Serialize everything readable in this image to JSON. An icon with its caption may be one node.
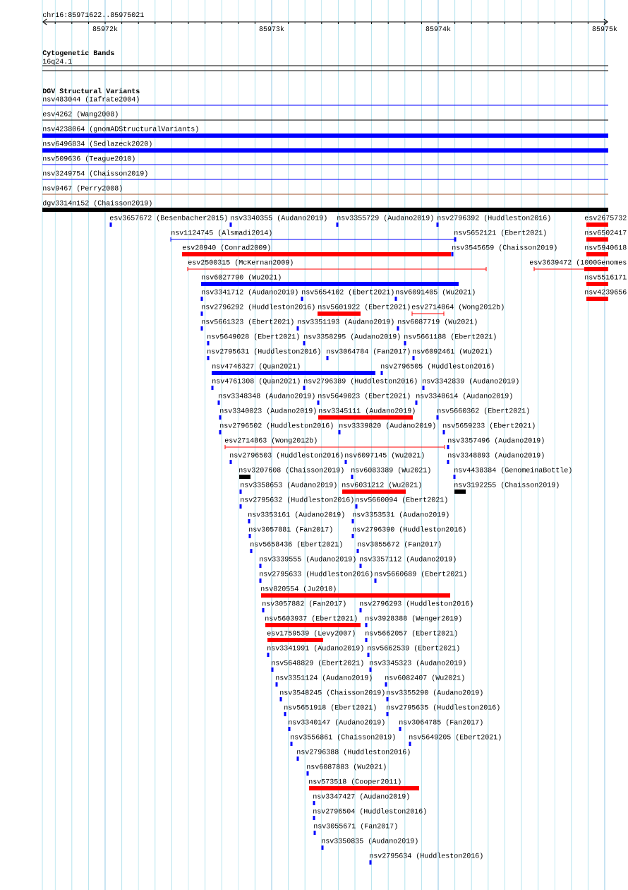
{
  "diagram": {
    "nodes": [
      {
        "text": [
          "nsv483044 (Iafrate2004)"
        ]
      },
      {
        "text": [
          "esv4262 (Wang2008)"
        ]
      },
      {
        "text": [
          "nsv4238064 (gnomADStructuralVariants)"
        ]
      },
      {
        "text": [
          "nsv6496834 (Sedlazeck2020)"
        ]
      },
      {
        "text": [
          "nsv509636 (Teague2010)"
        ]
      },
      {
        "text": [
          "nsv3249754 (Chaisson2019)"
        ]
      },
      {
        "text": [
          "nsv9467 (Perry2008)"
        ]
      },
      {
        "text": [
          "dgv3314n152 (Chaisson2019)"
        ]
      },
      {
        "text": [
          "esv3657672 (Besenbacher2015)"
        ]
      },
      {
        "text": [
          "nsv3340355 (Audano2019)"
        ]
      },
      {
        "text": [
          "nsv3355729 (Audano2019)"
        ]
      },
      {
        "text": [
          "nsv2796392 (Huddleston2016)"
        ]
      },
      {
        "text": [
          "esv2675732"
        ]
      },
      {
        "text": [
          "nsv1124745 (Alsmadi2014)"
        ]
      },
      {
        "text": [
          "nsv5652121 (Ebert2021)"
        ]
      },
      {
        "text": [
          "nsv6502417"
        ]
      },
      {
        "text": [
          "esv28940 (Conrad2009)"
        ]
      },
      {
        "text": [
          "nsv3545659 (Chaisson2019)"
        ]
      },
      {
        "text": [
          "nsv5940618"
        ]
      },
      {
        "text": [
          "esv2500315 (McKernan2009)"
        ]
      },
      {
        "text": [
          "esv3639472 (1000Genomes"
        ]
      },
      {
        "text": [
          "nsv6027790 (Wu2021)"
        ]
      },
      {
        "text": [
          "nsv5516171"
        ]
      },
      {
        "text": [
          "nsv3341712 (Audano2019)"
        ]
      },
      {
        "text": [
          "nsv5654102 (Ebert2021)"
        ]
      },
      {
        "text": [
          "nsv6091405 (Wu2021)"
        ]
      },
      {
        "text": [
          "nsv4239656"
        ]
      },
      {
        "text": [
          "nsv2796292 (Huddleston2016)"
        ]
      },
      {
        "text": [
          "nsv5601922 (Ebert2021)"
        ]
      },
      {
        "text": [
          "esv2714864 (Wong2012b)"
        ]
      },
      {
        "text": [
          "nsv5661323 (Ebert2021)"
        ]
      },
      {
        "text": [
          "nsv3351193 (Audano2019)"
        ]
      },
      {
        "text": [
          "nsv6087719 (Wu2021)"
        ]
      },
      {
        "text": [
          "nsv5649028 (Ebert2021)"
        ]
      },
      {
        "text": [
          "nsv3358295 (Audano2019)"
        ]
      },
      {
        "text": [
          "nsv5661188 (Ebert2021)"
        ]
      },
      {
        "text": [
          "nsv2795631 (Huddleston2016)"
        ]
      },
      {
        "text": [
          "nsv3064784 (Fan2017)"
        ]
      },
      {
        "text": [
          "nsv6092461 (Wu2021)"
        ]
      },
      {
        "text": [
          "nsv4746327 (Quan2021)"
        ]
      },
      {
        "text": [
          "nsv2796505 (Huddleston2016)"
        ]
      },
      {
        "text": [
          "nsv4761308 (Quan2021)"
        ]
      },
      {
        "text": [
          "nsv2796389 (Huddleston2016)"
        ]
      },
      {
        "text": [
          "nsv3342839 (Audano2019)"
        ]
      },
      {
        "text": [
          "nsv3348348 (Audano2019)"
        ]
      },
      {
        "text": [
          "nsv5649023 (Ebert2021)"
        ]
      },
      {
        "text": [
          "nsv3348614 (Audano2019)"
        ]
      },
      {
        "text": [
          "nsv3340023 (Audano2019)"
        ]
      },
      {
        "text": [
          "nsv3345111 (Audano2019)"
        ]
      },
      {
        "text": [
          "nsv5660362 (Ebert2021)"
        ]
      },
      {
        "text": [
          "nsv2796502 (Huddleston2016)"
        ]
      },
      {
        "text": [
          "nsv3339820 (Audano2019)"
        ]
      },
      {
        "text": [
          "nsv5659233 (Ebert2021)"
        ]
      },
      {
        "text": [
          "esv2714863 (Wong2012b)"
        ]
      },
      {
        "text": [
          "nsv3357496 (Audano2019)"
        ]
      },
      {
        "text": [
          "nsv2796503 (Huddleston2016)"
        ]
      },
      {
        "text": [
          "nsv6097145 (Wu2021)"
        ]
      },
      {
        "text": [
          "nsv3348893 (Audano2019)"
        ]
      },
      {
        "text": [
          "nsv3207608 (Chaisson2019)"
        ]
      },
      {
        "text": [
          "nsv6083389 (Wu2021)"
        ]
      },
      {
        "text": [
          "nsv4438384 (GenomeinaBottle)"
        ]
      },
      {
        "text": [
          "nsv3358653 (Audano2019)"
        ]
      },
      {
        "text": [
          "nsv6031212 (Wu2021)"
        ]
      },
      {
        "text": [
          "nsv3192255 (Chaisson2019)"
        ]
      },
      {
        "text": [
          "nsv2795632 (Huddleston2016)"
        ]
      },
      {
        "text": [
          "nsv5660094 (Ebert2021)"
        ]
      },
      {
        "text": [
          "nsv3353161 (Audano2019)"
        ]
      },
      {
        "text": [
          "nsv3353531 (Audano2019)"
        ]
      },
      {
        "text": [
          "nsv3057881 (Fan2017)"
        ]
      },
      {
        "text": [
          "nsv2796390 (Huddleston2016)"
        ]
      },
      {
        "text": [
          "nsv5658436 (Ebert2021)"
        ]
      },
      {
        "text": [
          "nsv3055672 (Fan2017)"
        ]
      },
      {
        "text": [
          "nsv3339555 (Audano2019)"
        ]
      },
      {
        "text": [
          "nsv3357112 (Audano2019)"
        ]
      },
      {
        "text": [
          "nsv2795633 (Huddleston2016)"
        ]
      },
      {
        "text": [
          "nsv5660689 (Ebert2021)"
        ]
      },
      {
        "text": [
          "nsv820554 (Ju2010)"
        ]
      },
      {
        "text": [
          "nsv3057882 (Fan2017)"
        ]
      },
      {
        "text": [
          "nsv2796293 (Huddleston2016)"
        ]
      },
      {
        "text": [
          "nsv5603937 (Ebert2021)"
        ]
      },
      {
        "text": [
          "nsv3928388 (Wenger2019)"
        ]
      },
      {
        "text": [
          "esv1759539 (Levy2007)"
        ]
      },
      {
        "text": [
          "nsv5662057 (Ebert2021)"
        ]
      },
      {
        "text": [
          "nsv3341991 (Audano2019)"
        ]
      },
      {
        "text": [
          "nsv5662539 (Ebert2021)"
        ]
      },
      {
        "text": [
          "nsv5648829 (Ebert2021)"
        ]
      },
      {
        "text": [
          "nsv3345323 (Audano2019)"
        ]
      },
      {
        "text": [
          "nsv3351124 (Audano2019)"
        ]
      },
      {
        "text": [
          "nsv6082407 (Wu2021)"
        ]
      },
      {
        "text": [
          "nsv3548245 (Chaisson2019)"
        ]
      },
      {
        "text": [
          "nsv3355290 (Audano2019)"
        ]
      },
      {
        "text": [
          "nsv5651918 (Ebert2021)"
        ]
      },
      {
        "text": [
          "nsv2795635 (Huddleston2016)"
        ]
      },
      {
        "text": [
          "nsv3340147 (Audano2019)"
        ]
      },
      {
        "text": [
          "nsv3064785 (Fan2017)"
        ]
      },
      {
        "text": [
          "nsv3556861 (Chaisson2019)"
        ]
      },
      {
        "text": [
          "nsv5649205 (Ebert2021)"
        ]
      },
      {
        "text": [
          "nsv2796388 (Huddleston2016)"
        ]
      },
      {
        "text": [
          "nsv6087883 (Wu2021)"
        ]
      },
      {
        "text": [
          "nsv573518 (Cooper2011)"
        ]
      },
      {
        "text": [
          "nsv3347427 (Audano2019)"
        ]
      },
      {
        "text": [
          "nsv2796504 (Huddleston2016)"
        ]
      },
      {
        "text": [
          "nsv3055671 (Fan2017)"
        ]
      },
      {
        "text": [
          "nsv3350835 (Audano2019)"
        ]
      },
      {
        "text": [
          "nsv2795634 (Huddleston2016)"
        ]
      }
    ],
    "labels": [
      "chr16:85971622..85975021",
      "85972k",
      "85973k",
      "85974k",
      "85975k",
      "Cytogenetic Bands",
      "16q24.1",
      "DGV Structural Variants"
    ]
  }
}
